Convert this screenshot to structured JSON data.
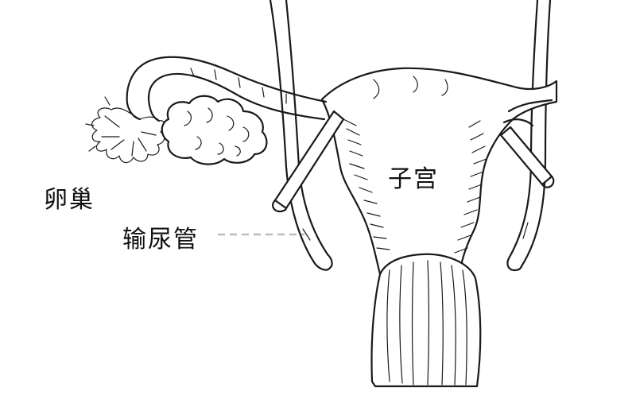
{
  "labels": {
    "ovary": "卵巢",
    "fallopian_tube": "输尿管",
    "uterus": "子宫"
  },
  "colors": {
    "ink": "#1a1a1a",
    "leader_line": "#bdbdbd",
    "background": "#ffffff"
  }
}
